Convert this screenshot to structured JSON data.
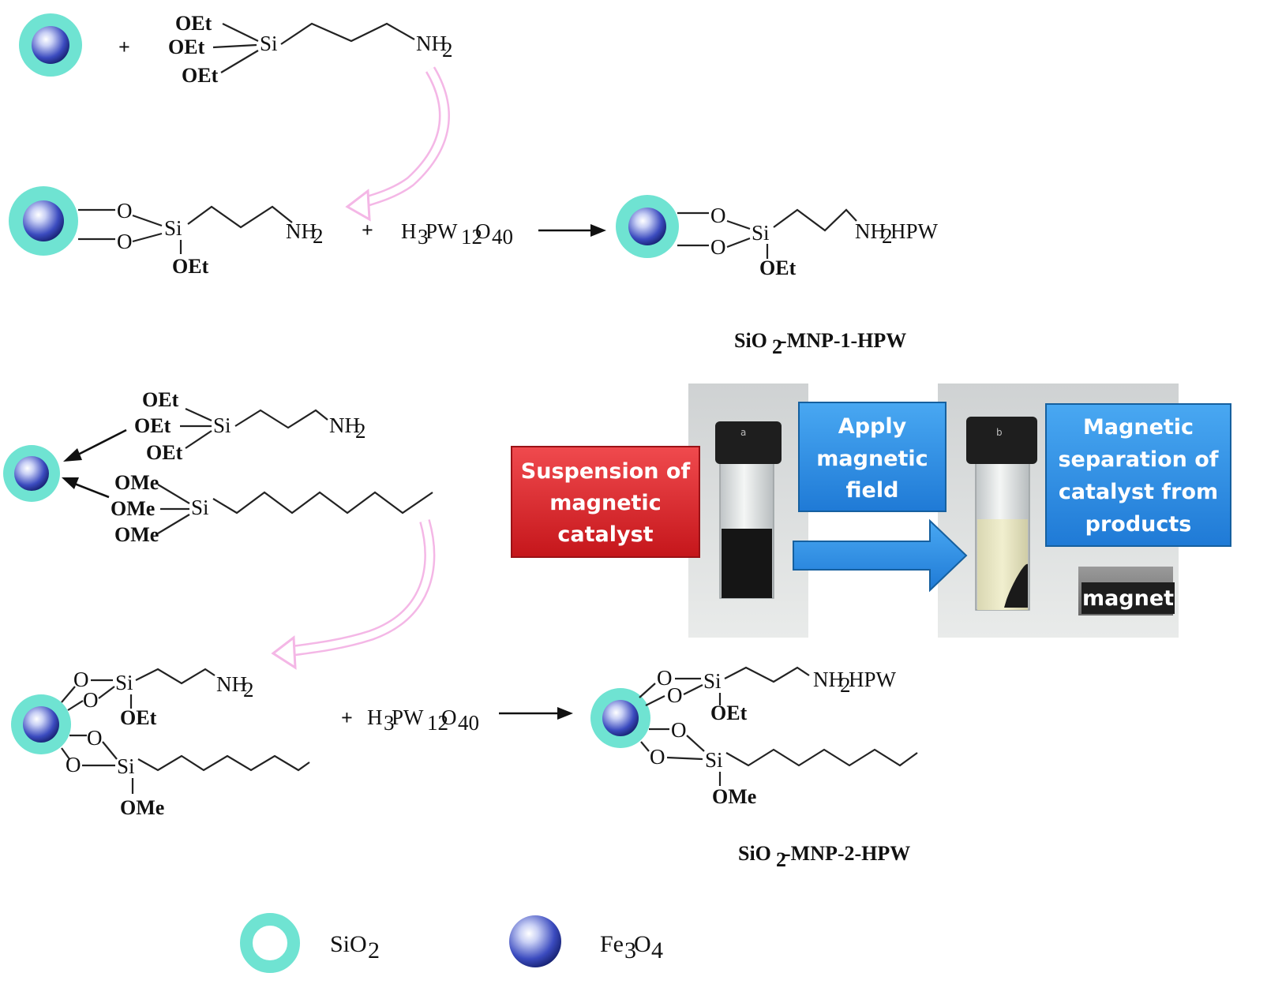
{
  "reagent_top": {
    "groups": [
      "OEt",
      "OEt",
      "OEt"
    ],
    "atom": "Si",
    "amine": "NH",
    "amine_sub": "2"
  },
  "plus": "+",
  "row2": {
    "o1": "O",
    "o2": "O",
    "si": "Si",
    "oet": "OEt",
    "amine": "NH",
    "amine_sub": "2",
    "acid_parts": [
      "H",
      "3",
      "PW",
      "12",
      "O",
      "40"
    ],
    "product_o1": "O",
    "product_o2": "O",
    "product_si": "Si",
    "product_oet": "OEt",
    "product_amine": "NH",
    "product_amine_sub": "2",
    "product_amine_tail": "HPW"
  },
  "product1_label": {
    "parts": [
      "SiO",
      "2",
      "-MNP-1-HPW"
    ]
  },
  "reagents_mid": {
    "ethoxy": [
      "OEt",
      "OEt",
      "OEt"
    ],
    "si1": "Si",
    "amine": "NH",
    "amine_sub": "2",
    "methoxy": [
      "OMe",
      "OMe",
      "OMe"
    ],
    "si2": "Si"
  },
  "photo": {
    "vial_a": "a",
    "vial_b": "b",
    "suspension_label": [
      "Suspension of",
      "magnetic",
      "catalyst"
    ],
    "apply_label": [
      "Apply",
      "magnetic",
      "field"
    ],
    "separation_label": [
      "Magnetic",
      "separation of",
      "catalyst from",
      "products"
    ],
    "magnet_label": "magnet"
  },
  "row4": {
    "o_top1": "O",
    "o_top2": "O",
    "si_top": "Si",
    "oet": "OEt",
    "amine": "NH",
    "amine_sub": "2",
    "o_bot1": "O",
    "o_bot2": "O",
    "si_bot": "Si",
    "ome": "OMe",
    "acid_parts": [
      "H",
      "3",
      "PW",
      "12",
      "O",
      "40"
    ],
    "p_o_top1": "O",
    "p_o_top2": "O",
    "p_si_top": "Si",
    "p_oet": "OEt",
    "p_amine": "NH",
    "p_amine_sub": "2",
    "p_amine_tail": "HPW",
    "p_o_bot1": "O",
    "p_o_bot2": "O",
    "p_si_bot": "Si",
    "p_ome": "OMe"
  },
  "product2_label": {
    "parts": [
      "SiO",
      "2",
      "-MNP-2-HPW"
    ]
  },
  "legend": [
    {
      "name": "silica-shell",
      "parts": [
        "SiO",
        "2"
      ]
    },
    {
      "name": "magnetite-core",
      "parts": [
        "Fe",
        "3",
        "O",
        "4"
      ]
    }
  ],
  "colors": {
    "shell": "#6fe3d2",
    "core_light": "#e8ecff",
    "core_dark": "#1c2a8a",
    "flow_arrow": "#f4b7e6",
    "red_box": "#e0262b",
    "blue_box": "#2c8fe6",
    "magnet_box": "#1e1e1e"
  }
}
